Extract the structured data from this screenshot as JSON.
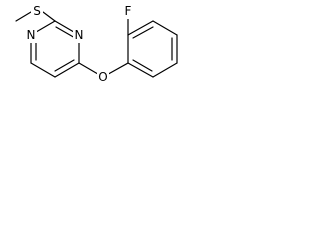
{
  "molecule": {
    "atoms": {
      "sulfur": "S",
      "n1": "N",
      "n3": "N",
      "oxygen": "O",
      "fluorine": "F"
    },
    "bond_color": "#000000",
    "label_color": "#000000",
    "background": "#ffffff"
  }
}
